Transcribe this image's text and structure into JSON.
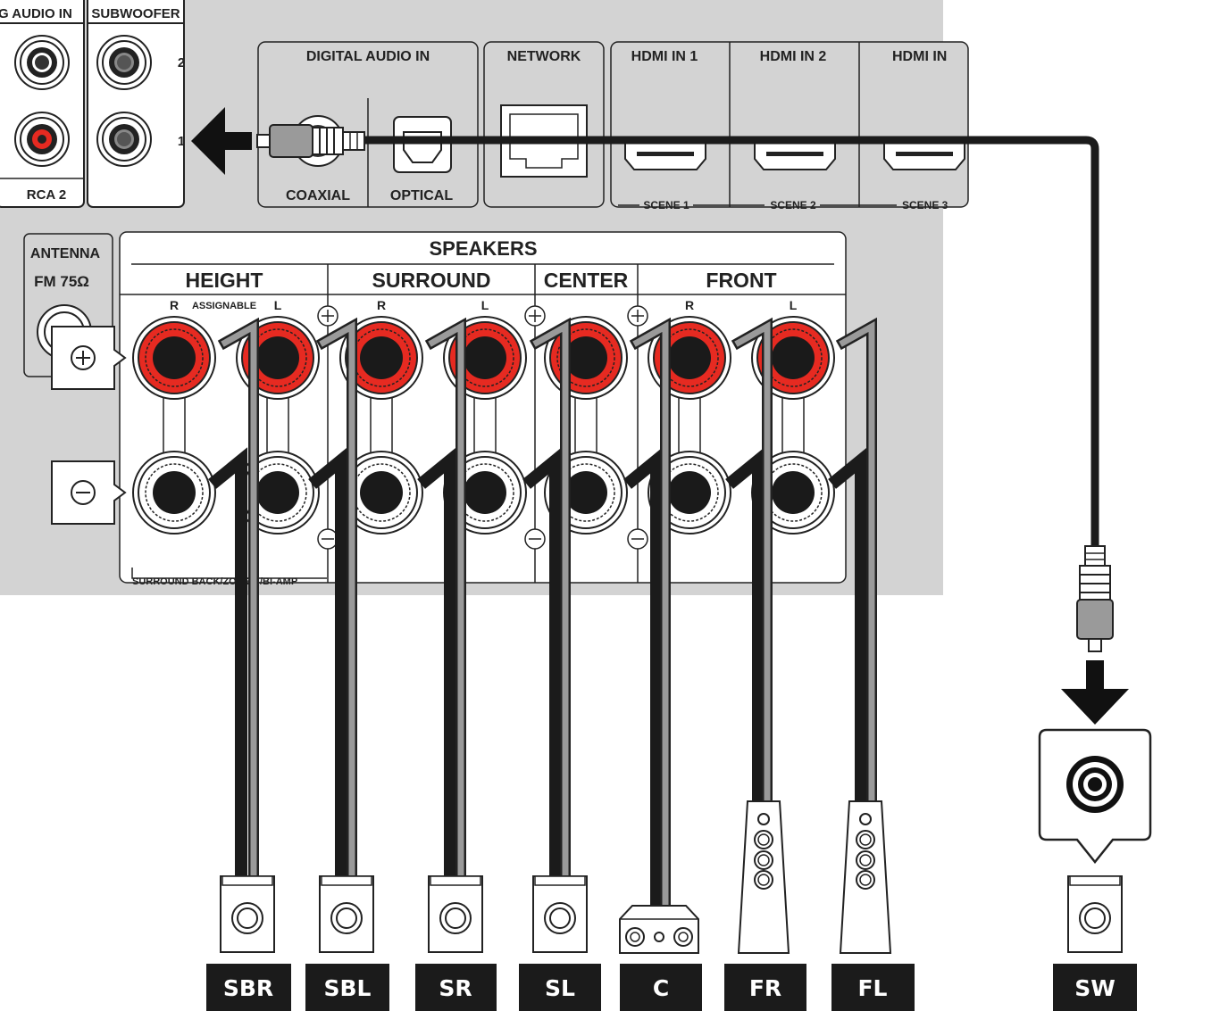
{
  "colors": {
    "panel": "#d3d3d3",
    "panel_stroke": "#888888",
    "terminal_positive": "#e62a21",
    "cable_dark": "#1b1b1b",
    "cable_grey": "#9a9a9a",
    "tag_background": "#1b1b1b",
    "tag_text": "#ffffff"
  },
  "rear_panel": {
    "analog_audio_in": {
      "label": "G AUDIO IN",
      "sub_label": "RCA 2"
    },
    "subwoofer": {
      "label": "SUBWOOFER",
      "jack_numbers": [
        "2",
        "1"
      ]
    },
    "digital_audio_in": {
      "label": "DIGITAL AUDIO IN",
      "coaxial_label": "COAXIAL",
      "optical_label": "OPTICAL"
    },
    "network": {
      "label": "NETWORK"
    },
    "hdmi_inputs": [
      {
        "label": "HDMI IN 1",
        "scene": "SCENE 1"
      },
      {
        "label": "HDMI IN 2",
        "scene": "SCENE 2"
      },
      {
        "label": "HDMI IN",
        "scene": "SCENE 3"
      }
    ],
    "antenna": {
      "label": "ANTENNA",
      "sub_label": "FM 75Ω"
    },
    "speakers": {
      "title": "SPEAKERS",
      "groups": [
        {
          "label": "HEIGHT",
          "channels": [
            "R",
            "L"
          ],
          "note": "ASSIGNABLE"
        },
        {
          "label": "SURROUND",
          "channels": [
            "R",
            "L"
          ]
        },
        {
          "label": "CENTER",
          "channels": []
        },
        {
          "label": "FRONT",
          "channels": [
            "R",
            "L"
          ]
        }
      ],
      "footer": "SURROUND BACK/ZONE B/BI-AMP",
      "positive_symbol": "⊕",
      "negative_symbol": "⊖"
    }
  },
  "speaker_tags": [
    "SBR",
    "SBL",
    "SR",
    "SL",
    "C",
    "FR",
    "FL",
    "SW"
  ]
}
